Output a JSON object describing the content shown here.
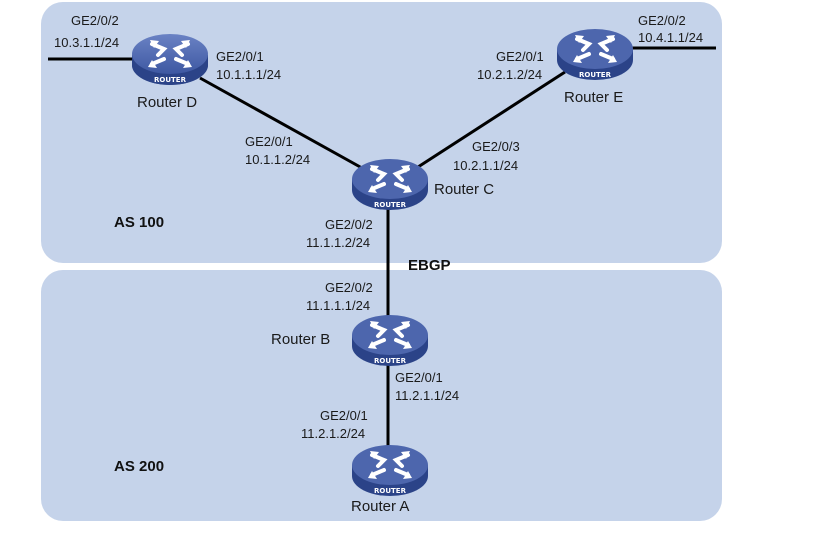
{
  "diagram": {
    "areas": [
      {
        "id": "as100",
        "label": "AS 100"
      },
      {
        "id": "as200",
        "label": "AS 200"
      }
    ],
    "link_label": "EBGP",
    "routers": {
      "A": {
        "name": "Router A",
        "badge": "ROUTER"
      },
      "B": {
        "name": "Router B",
        "badge": "ROUTER"
      },
      "C": {
        "name": "Router C",
        "badge": "ROUTER"
      },
      "D": {
        "name": "Router D",
        "badge": "ROUTER"
      },
      "E": {
        "name": "Router E",
        "badge": "ROUTER"
      }
    },
    "interfaces": {
      "D_ge2": {
        "port": "GE2/0/2",
        "ip": "10.3.1.1/24"
      },
      "D_ge1": {
        "port": "GE2/0/1",
        "ip": "10.1.1.1/24"
      },
      "E_ge1": {
        "port": "GE2/0/1",
        "ip": "10.2.1.2/24"
      },
      "E_ge2": {
        "port": "GE2/0/2",
        "ip": "10.4.1.1/24"
      },
      "C_ge1": {
        "port": "GE2/0/1",
        "ip": "10.1.1.2/24"
      },
      "C_ge3": {
        "port": "GE2/0/3",
        "ip": "10.2.1.1/24"
      },
      "C_ge2": {
        "port": "GE2/0/2",
        "ip": "11.1.1.2/24"
      },
      "B_ge2": {
        "port": "GE2/0/2",
        "ip": "11.1.1.1/24"
      },
      "B_ge1": {
        "port": "GE2/0/1",
        "ip": "11.2.1.1/24"
      },
      "A_ge1": {
        "port": "GE2/0/1",
        "ip": "11.2.1.2/24"
      }
    },
    "links": [
      {
        "from": "D",
        "to": "C"
      },
      {
        "from": "E",
        "to": "C"
      },
      {
        "from": "C",
        "to": "B",
        "label": "EBGP"
      },
      {
        "from": "B",
        "to": "A"
      },
      {
        "from": "D",
        "to": "external"
      },
      {
        "from": "E",
        "to": "external"
      }
    ],
    "colors": {
      "area_fill": "#c5d3ea",
      "router_top": "#4d66ad",
      "router_side": "#2b4388",
      "link": "#000000"
    }
  }
}
